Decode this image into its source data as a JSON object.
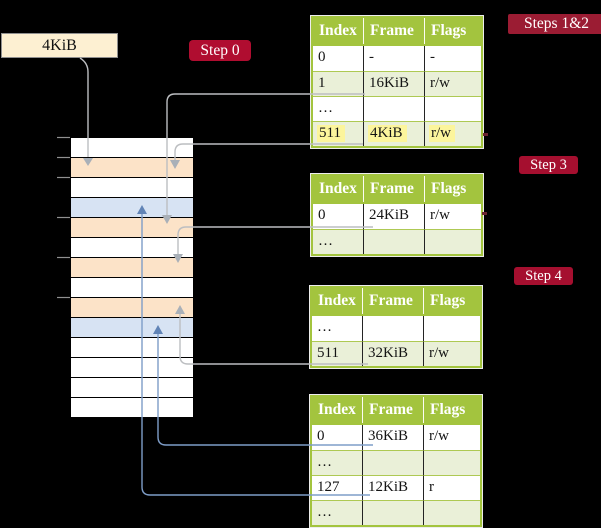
{
  "page_size_box": {
    "label": "4KiB"
  },
  "step_badges": {
    "step0": "Step 0",
    "steps12": "Steps 1&2",
    "step3": "Step 3",
    "step4": "Step 4"
  },
  "memory_stack": {
    "row_fills": [
      "white",
      "peach",
      "white",
      "blue",
      "peach",
      "white",
      "peach",
      "white",
      "peach",
      "blue",
      "white",
      "white",
      "white",
      "white"
    ]
  },
  "page_tables": [
    {
      "name": "page-table-steps-1-2",
      "headers": [
        "Index",
        "Frame",
        "Flags"
      ],
      "rows": [
        {
          "cells": [
            "0",
            "-",
            "-"
          ],
          "shaded": false,
          "highlighted": false
        },
        {
          "cells": [
            "1",
            "16KiB",
            "r/w"
          ],
          "shaded": true,
          "highlighted": false
        },
        {
          "cells": [
            "…",
            "",
            ""
          ],
          "shaded": false,
          "highlighted": false
        },
        {
          "cells": [
            "511",
            "4KiB",
            "r/w"
          ],
          "shaded": true,
          "highlighted": true
        }
      ]
    },
    {
      "name": "page-table-step-3",
      "headers": [
        "Index",
        "Frame",
        "Flags"
      ],
      "rows": [
        {
          "cells": [
            "0",
            "24KiB",
            "r/w"
          ],
          "shaded": false,
          "highlighted": false
        },
        {
          "cells": [
            "…",
            "",
            ""
          ],
          "shaded": true,
          "highlighted": false
        }
      ]
    },
    {
      "name": "page-table-step-4-upper",
      "headers": [
        "Index",
        "Frame",
        "Flags"
      ],
      "rows": [
        {
          "cells": [
            "…",
            "",
            ""
          ],
          "shaded": false,
          "highlighted": false
        },
        {
          "cells": [
            "511",
            "32KiB",
            "r/w"
          ],
          "shaded": true,
          "highlighted": false
        }
      ]
    },
    {
      "name": "page-table-step-4-lower",
      "headers": [
        "Index",
        "Frame",
        "Flags"
      ],
      "rows": [
        {
          "cells": [
            "0",
            "36KiB",
            "r/w"
          ],
          "shaded": false,
          "highlighted": false
        },
        {
          "cells": [
            "…",
            "",
            ""
          ],
          "shaded": true,
          "highlighted": false
        },
        {
          "cells": [
            "127",
            "12KiB",
            "r"
          ],
          "shaded": false,
          "highlighted": false
        },
        {
          "cells": [
            "…",
            "",
            ""
          ],
          "shaded": true,
          "highlighted": false
        }
      ]
    }
  ],
  "palette": {
    "background": "#000000",
    "table_header_green": "#a3c43e",
    "table_row_green": "#eaf0d8",
    "row_separator_green": "#aec953",
    "highlight_yellow": "#fcf59c",
    "memory_peach": "#fce3c8",
    "memory_blue": "#d7e3f3",
    "page_size_cream": "#fdf0d2",
    "badge_red": "#a50f2f",
    "badge_dark_red": "#9b1c33",
    "connector_gray": "#bcbec1",
    "connector_blue": "#7e9dc8"
  }
}
